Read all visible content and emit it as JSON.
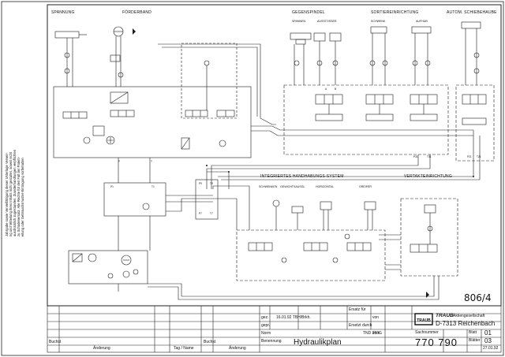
{
  "sections": {
    "spannung": "SPANNUNG",
    "foerderband": "FÖRDERBAND",
    "gegenspindel": "GEGENSPINDEL",
    "sortiereinrichtung": "SORTIEREINRICHTUNG",
    "autom_schiebehaube": "AUTOM. SCHIEBEHAUBE",
    "integriertes": "INTEGRIERTES HANDHABUNGS-SYSTEM",
    "vertakteinrichtung": "VERTAKTEINRICHTUNG"
  },
  "sublabels": {
    "spannen": "SPANNEN",
    "ausstosser": "AUSSTOSSER",
    "schwenk": "SCHWENK",
    "aufhub": "AUFHUB",
    "schwenken": "SCHWENKEN",
    "gewichtsausgl": "GEWICHTSAUSGL",
    "horizontal": "HORIZONTAL",
    "greifer": "GREIFER"
  },
  "ports": [
    "P",
    "T",
    "A",
    "B",
    "P31",
    "T31",
    "P21",
    "T21",
    "P1",
    "T1",
    "P7",
    "T7",
    "P9",
    "T9"
  ],
  "side_note": [
    "Jahrgabe sowie Vervielfältigung dieser Unterlage Verwer-",
    "ng und Mitteilung ihres Inhalts nicht gestattet, soweit nicht",
    "ausdrücklich zugestanden. Zuwiderhandlungen verpflichten",
    "zu Schadenersatz. Alle Rechte für den Fall der Patent-",
    "eilung oder Gebrauchsmuster-Eintragung vorbehalten"
  ],
  "handwritten_id": "806/4",
  "title_block": {
    "rev_col1": "Buchst",
    "rev_col2": "Änderung",
    "rev_col3": "Tag / Name",
    "row_gez": "gez.",
    "gez_value": "16.01.92  TBH/Brkh.",
    "row_gepr": "gepr.",
    "row_norm": "Norm",
    "row_benennung": "Benennung",
    "ersatz_fuer": "Ersatz  für",
    "ersatz_von": "von",
    "ersetzt_durch": "Ersetzt  durch",
    "ersetzt_von": "vom",
    "model": "TND 350G",
    "title": "Hydraulikplan",
    "company": "TRAUB",
    "company_sub": "Aktiengesellschaft",
    "address": "D-7313 Reichenbach",
    "sachnummer_label": "Sachnummer",
    "sachnummer": "770 790",
    "blatt_label": "Blatt",
    "blatt": "01",
    "blaetter_label": "Blätter",
    "blaetter": "03",
    "date": "27.01.92"
  }
}
